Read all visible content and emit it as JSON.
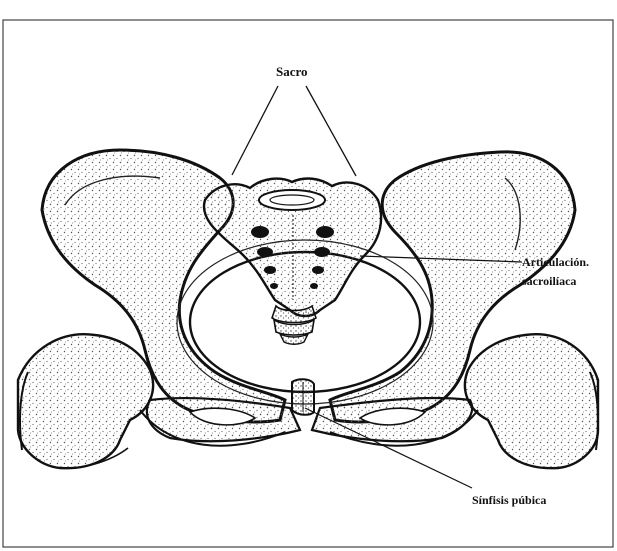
{
  "figure": {
    "labels": {
      "sacrum": "Sacro",
      "sacroiliac_line1": "Articulación.",
      "sacroiliac_line2": "sacroilíaca",
      "pubic_symphysis": "Sínfisis púbica"
    }
  },
  "colors": {
    "ink": "#111111",
    "paper": "#ffffff",
    "stipple": "#555555"
  }
}
